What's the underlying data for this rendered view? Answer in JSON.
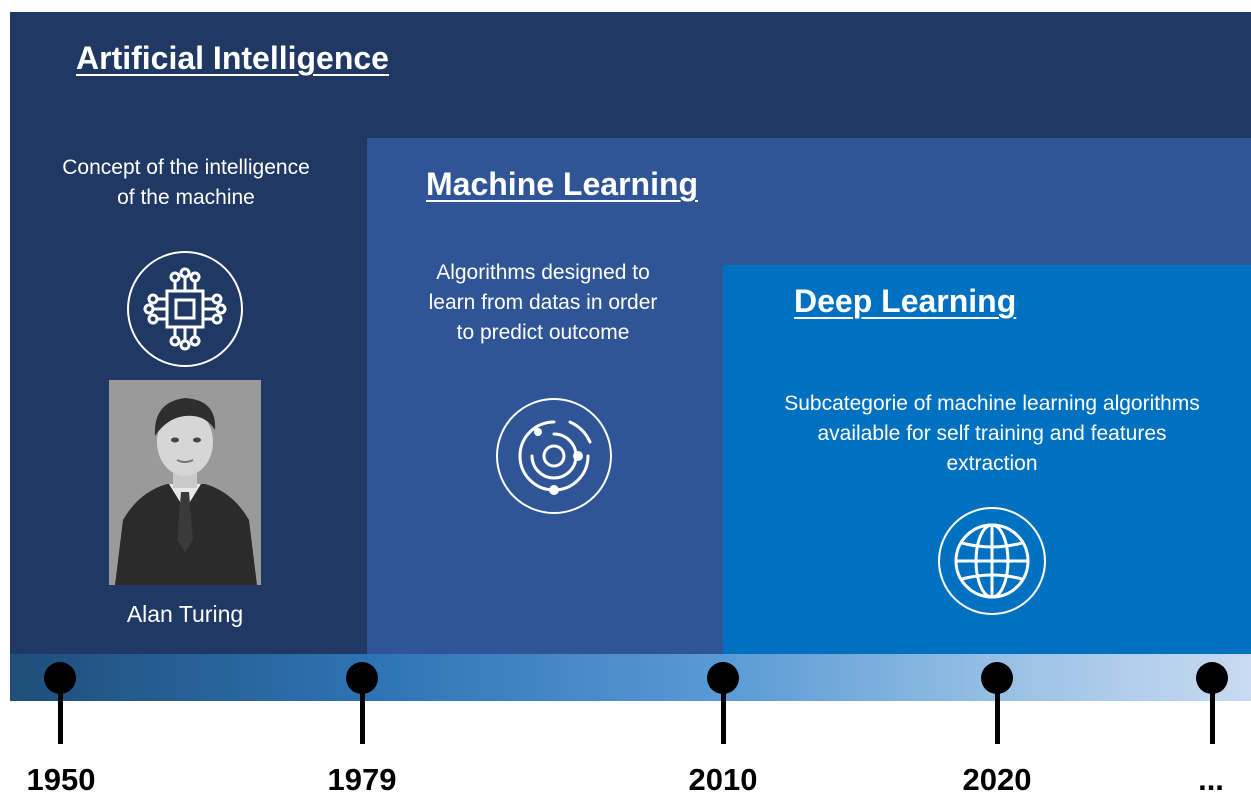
{
  "ai": {
    "title": "Artificial Intelligence",
    "description_lines": [
      "Concept of the intelligence",
      "of the machine"
    ],
    "icon": "chip-icon",
    "person_caption": "Alan Turing"
  },
  "ml": {
    "title": "Machine Learning",
    "description_lines": [
      "Algorithms designed to",
      "learn from datas in order",
      "to predict outcome"
    ],
    "icon": "orbit-icon"
  },
  "dl": {
    "title": "Deep Learning",
    "description_lines": [
      "Subcategorie of machine learning algorithms",
      "available for self training and features",
      "extraction"
    ],
    "icon": "globe-icon"
  },
  "timeline": {
    "years": [
      "1950",
      "1979",
      "2010",
      "2020",
      "..."
    ]
  },
  "colors": {
    "ai_panel": "#1f3864",
    "ml_panel": "#2f5597",
    "dl_panel": "#0070c0"
  }
}
